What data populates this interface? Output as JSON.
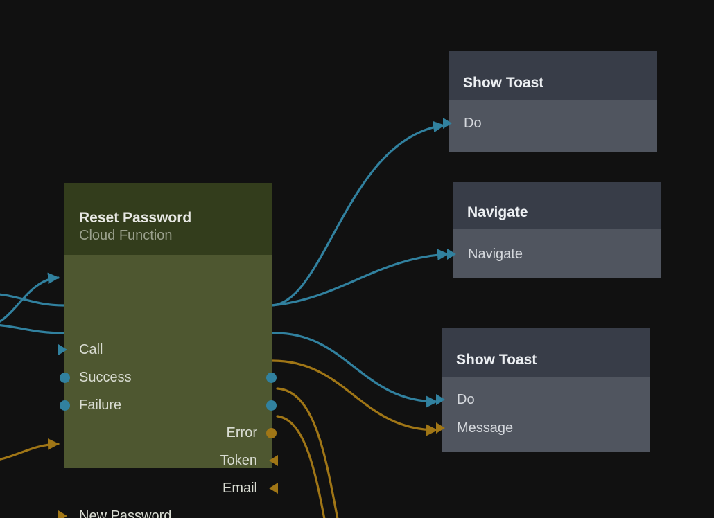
{
  "canvas": {
    "background": "#111111",
    "exec_color": "#31819f",
    "data_color": "#a07616"
  },
  "nodes": [
    {
      "id": "reset-password",
      "title": "Reset Password",
      "subtitle": "Cloud Function",
      "kind": "cloud-function",
      "header_color": "#333d1c",
      "body_color": "#4e5730",
      "inputs": [
        {
          "label": "Call",
          "type": "exec",
          "marker": "arrow"
        },
        {
          "label": "Success",
          "type": "exec",
          "marker": "dot"
        },
        {
          "label": "Failure",
          "type": "exec",
          "marker": "dot"
        },
        {
          "label": "New Password",
          "type": "data",
          "marker": "arrow"
        }
      ],
      "outputs": [
        {
          "label": "",
          "type": "exec",
          "marker": "dot"
        },
        {
          "label": "",
          "type": "exec",
          "marker": "dot"
        },
        {
          "label": "Error",
          "type": "data",
          "marker": "dot"
        },
        {
          "label": "Token",
          "type": "data",
          "marker": "arrow"
        },
        {
          "label": "Email",
          "type": "data",
          "marker": "arrow"
        }
      ]
    },
    {
      "id": "show-toast-1",
      "title": "Show Toast",
      "kind": "action",
      "header_color": "#383d48",
      "body_color": "#50555f",
      "inputs": [
        {
          "label": "Do",
          "type": "exec",
          "marker": "arrow"
        }
      ]
    },
    {
      "id": "navigate",
      "title": "Navigate",
      "kind": "action",
      "header_color": "#383d48",
      "body_color": "#50555f",
      "inputs": [
        {
          "label": "Navigate",
          "type": "exec",
          "marker": "arrow"
        }
      ]
    },
    {
      "id": "show-toast-2",
      "title": "Show Toast",
      "kind": "action",
      "header_color": "#383d48",
      "body_color": "#50555f",
      "inputs": [
        {
          "label": "Do",
          "type": "exec",
          "marker": "arrow"
        },
        {
          "label": "Message",
          "type": "data",
          "marker": "arrow"
        }
      ]
    }
  ],
  "connections": [
    {
      "from": "offscreen-left",
      "to": "reset-password.Call",
      "type": "exec"
    },
    {
      "from": "offscreen-left",
      "to": "reset-password.Success",
      "type": "exec"
    },
    {
      "from": "offscreen-left",
      "to": "reset-password.Failure",
      "type": "exec"
    },
    {
      "from": "offscreen-left",
      "to": "reset-password.NewPassword",
      "type": "data"
    },
    {
      "from": "reset-password.out-exec-1",
      "to": "show-toast-1.Do",
      "type": "exec"
    },
    {
      "from": "reset-password.out-exec-1",
      "to": "navigate.Navigate",
      "type": "exec"
    },
    {
      "from": "reset-password.out-exec-2",
      "to": "show-toast-2.Do",
      "type": "exec"
    },
    {
      "from": "reset-password.Error",
      "to": "show-toast-2.Message",
      "type": "data"
    },
    {
      "from": "reset-password.Token",
      "to": "offscreen-bottom",
      "type": "data"
    },
    {
      "from": "reset-password.Email",
      "to": "offscreen-bottom",
      "type": "data"
    }
  ]
}
